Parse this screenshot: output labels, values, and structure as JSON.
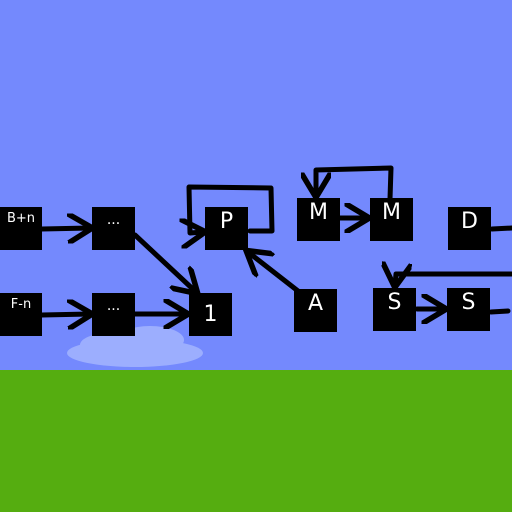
{
  "colors": {
    "sky": "#7489fd",
    "ground": "#55ad10",
    "block": "#000000",
    "label": "#ffffff",
    "arrow": "#000000",
    "cloud": "#a3b5ff"
  },
  "nodes": {
    "b_plus_n": "B+n",
    "f_minus_n": "F-n",
    "dots_top": "...",
    "dots_bottom": "...",
    "one": "1",
    "p": "P",
    "a": "A",
    "m_left": "M",
    "m_right": "M",
    "d": "D",
    "s_left": "S",
    "s_right": "S"
  }
}
